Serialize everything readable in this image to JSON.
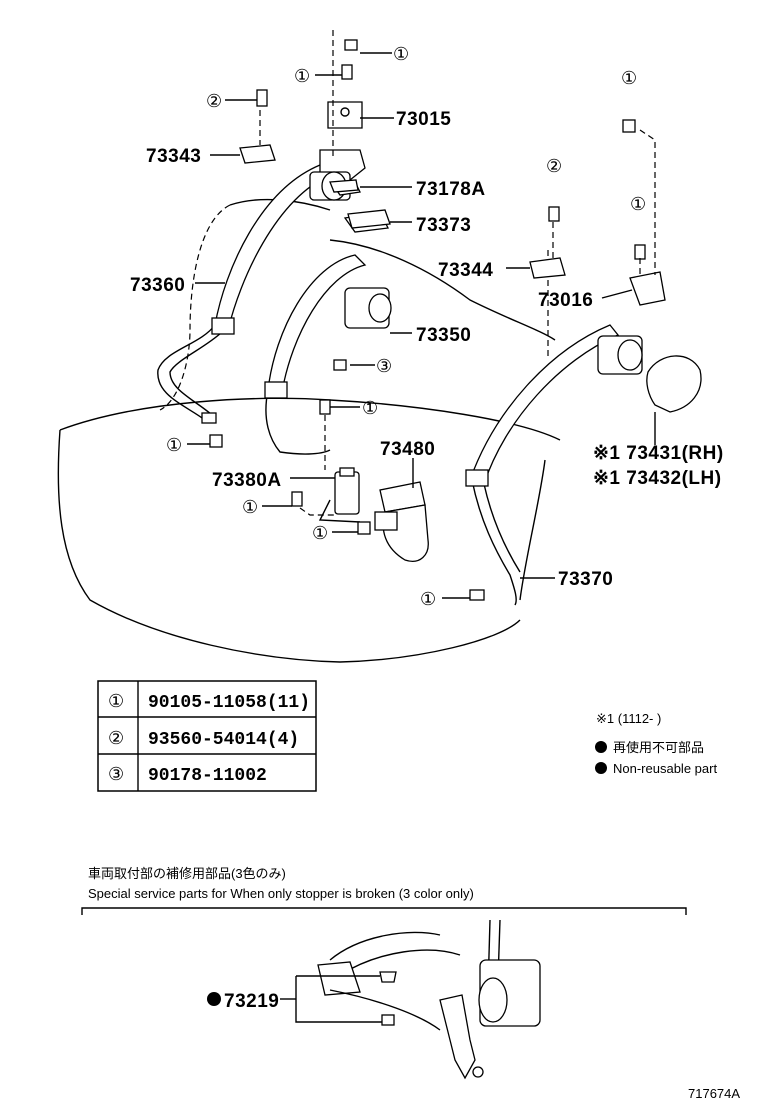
{
  "callouts": {
    "c73015": "73015",
    "c73343": "73343",
    "c73178A": "73178A",
    "c73373": "73373",
    "c73360": "73360",
    "c73344": "73344",
    "c73016": "73016",
    "c73350": "73350",
    "c73480": "73480",
    "c73380A": "73380A",
    "c73431": "※1 73431(RH)",
    "c73432": "※1 73432(LH)",
    "c73370": "73370",
    "c73219": "73219"
  },
  "ref_marks": {
    "one": "①",
    "two": "②",
    "three": "③"
  },
  "parts_table": {
    "rows": [
      {
        "ref": "①",
        "part": "90105-11058(11)"
      },
      {
        "ref": "②",
        "part": "93560-54014(4)"
      },
      {
        "ref": "③",
        "part": "90178-11002"
      }
    ]
  },
  "legend": {
    "note": "※1 (1112-    )",
    "jp": "再使用不可部品",
    "en": "Non-reusable part"
  },
  "service": {
    "title_jp": "車両取付部の補修用部品(3色のみ)",
    "title_en": "Special service parts for When only stopper is broken (3 color only)"
  },
  "figure_id": "717674A"
}
